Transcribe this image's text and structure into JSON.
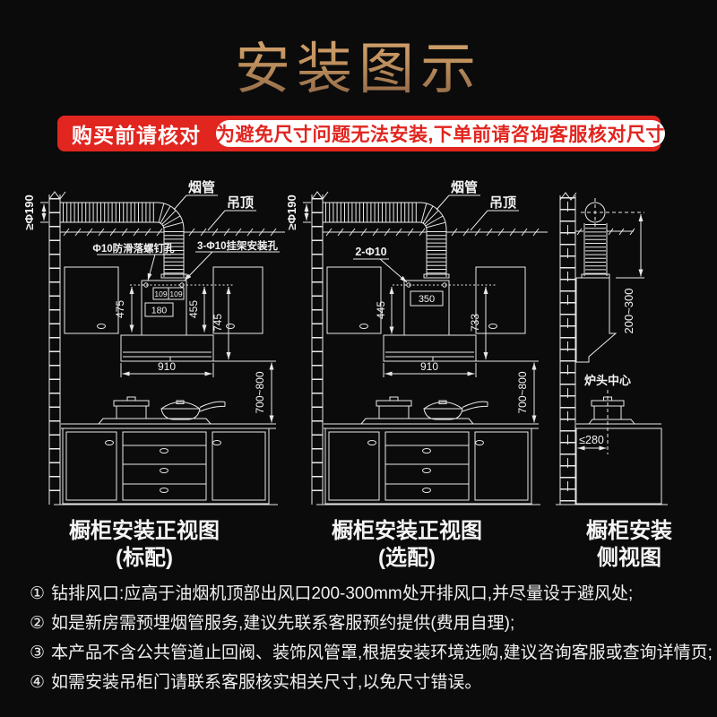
{
  "title": "安装图示",
  "banner": {
    "left_label": "购买前请核对",
    "message": "为避免尺寸问题无法安装,下单前请咨询客服核对尺寸"
  },
  "diagram_front_standard": {
    "duct_label": "烟管",
    "ceiling_label": "吊顶",
    "min_diameter": "≥Φ190",
    "screw_hole_label": "Φ10防滑落螺钉孔",
    "bracket_hole_label": "3-Φ10挂架安装孔",
    "dim_109a": "109",
    "dim_109b": "109",
    "dim_180": "180",
    "dim_475": "475",
    "dim_455": "455",
    "dim_745": "745",
    "dim_910": "910",
    "dim_height": "700~800",
    "caption": "橱柜安装正视图",
    "caption_sub": "(标配)"
  },
  "diagram_front_optional": {
    "duct_label": "烟管",
    "ceiling_label": "吊顶",
    "min_diameter": "≥Φ190",
    "hole_label": "2-Φ10",
    "dim_350": "350",
    "dim_445": "445",
    "dim_733": "733",
    "dim_910": "910",
    "dim_height": "700~800",
    "caption": "橱柜安装正视图",
    "caption_sub": "(选配)"
  },
  "diagram_side": {
    "burner_center_label": "炉头中心",
    "dim_vent": "200~300",
    "dim_wall": "≤280",
    "caption": "橱柜安装",
    "caption_sub": "侧视图"
  },
  "notes": [
    {
      "num": "①",
      "text": "钻排风口:应高于油烟机顶部出风口200-300mm处开排风口,并尽量设于避风处;"
    },
    {
      "num": "②",
      "text": "如是新房需预埋烟管服务,建议先联系客服预约提供(费用自理);"
    },
    {
      "num": "③",
      "text": "本产品不含公共管道止回阀、装饰风管罩,根据安装环境选购,建议咨询客服或查询详情页;"
    },
    {
      "num": "④",
      "text": "如需安装吊柜门请联系客服核实相关尺寸,以免尺寸错误。"
    }
  ],
  "colors": {
    "background": "#0b0b0b",
    "banner_red": "#e1251f",
    "title_gold_top": "#dcab78",
    "title_gold_bottom": "#8a6243",
    "line_white": "#e8e8e8"
  }
}
